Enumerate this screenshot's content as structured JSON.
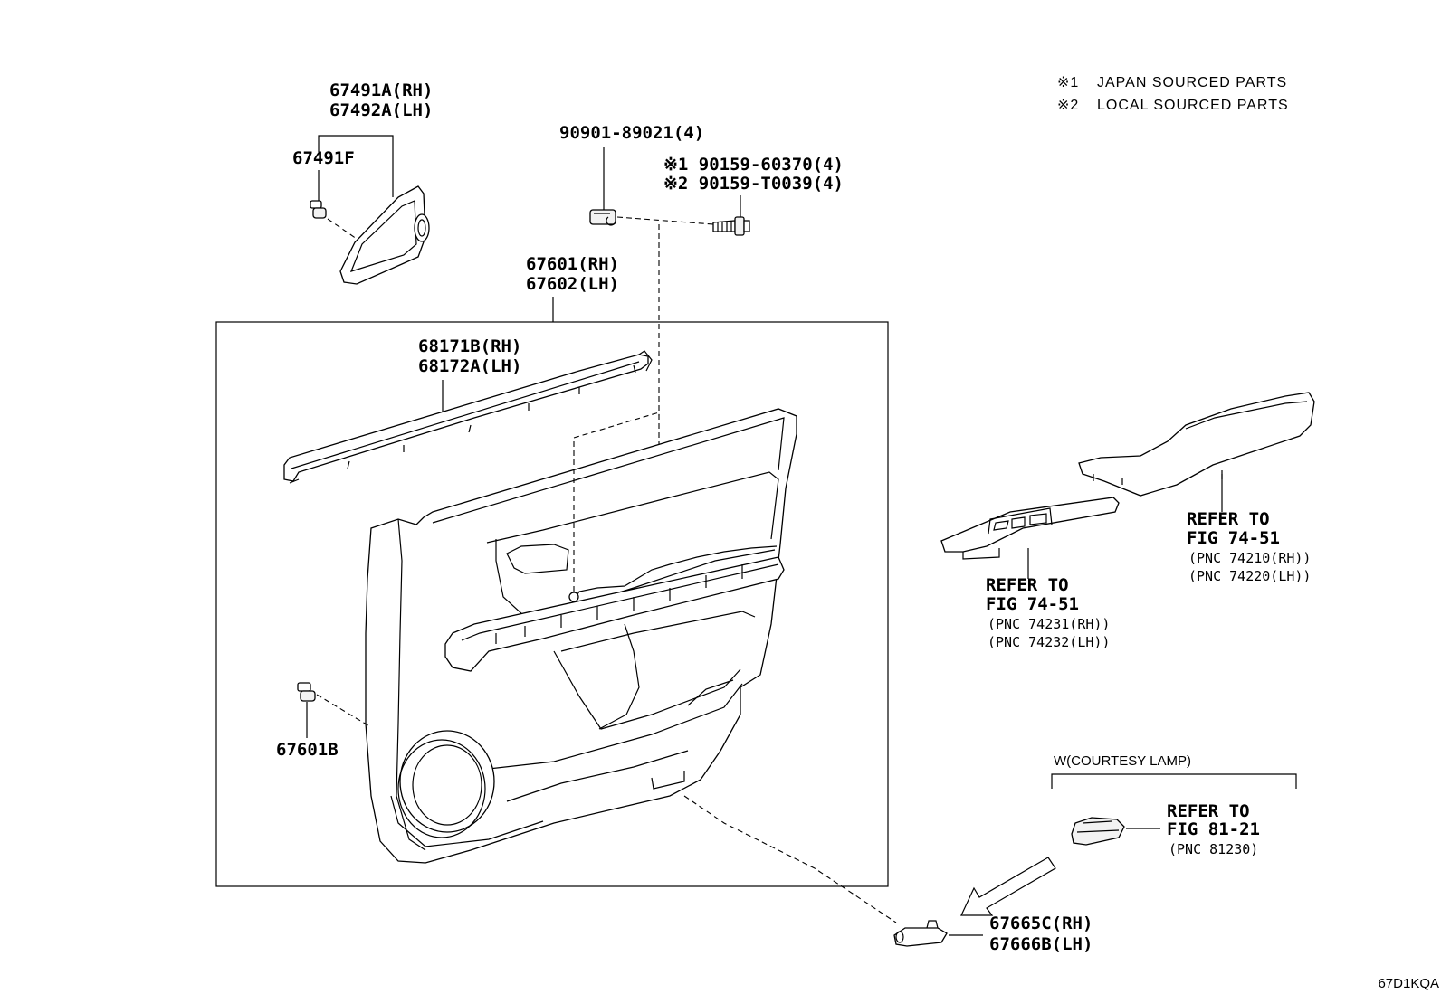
{
  "legend": [
    {
      "mark": "※1",
      "text": "JAPAN SOURCED PARTS"
    },
    {
      "mark": "※2",
      "text": "LOCAL SOURCED PARTS"
    }
  ],
  "callouts": {
    "tweeter_cover_rh": "67491A(RH)",
    "tweeter_cover_lh": "67492A(LH)",
    "tweeter_clip": "67491F",
    "clip_90901": "90901-89021(4)",
    "screw_japan": "※1 90159-60370(4)",
    "screw_local": "※2 90159-T0039(4)",
    "door_trim_rh": "67601(RH)",
    "door_trim_lh": "67602(LH)",
    "weatherstrip_rh": "68171B(RH)",
    "weatherstrip_lh": "68172A(LH)",
    "trim_clip": "67601B",
    "courtesy_lamp_header": "W(COURTESY LAMP)",
    "cover_rh": "67665C(RH)",
    "cover_lh": "67666B(LH)"
  },
  "refer_armrest": {
    "refer": "REFER TO",
    "fig": "FIG 74-51",
    "pnc_rh": "(PNC 74210(RH))",
    "pnc_lh": "(PNC 74220(LH))"
  },
  "refer_switch": {
    "refer": "REFER TO",
    "fig": "FIG 74-51",
    "pnc_rh": "(PNC 74231(RH))",
    "pnc_lh": "(PNC 74232(LH))"
  },
  "refer_lamp": {
    "refer": "REFER TO",
    "fig": "FIG 81-21",
    "pnc": "(PNC 81230)"
  },
  "figure_code": "67D1KQA"
}
